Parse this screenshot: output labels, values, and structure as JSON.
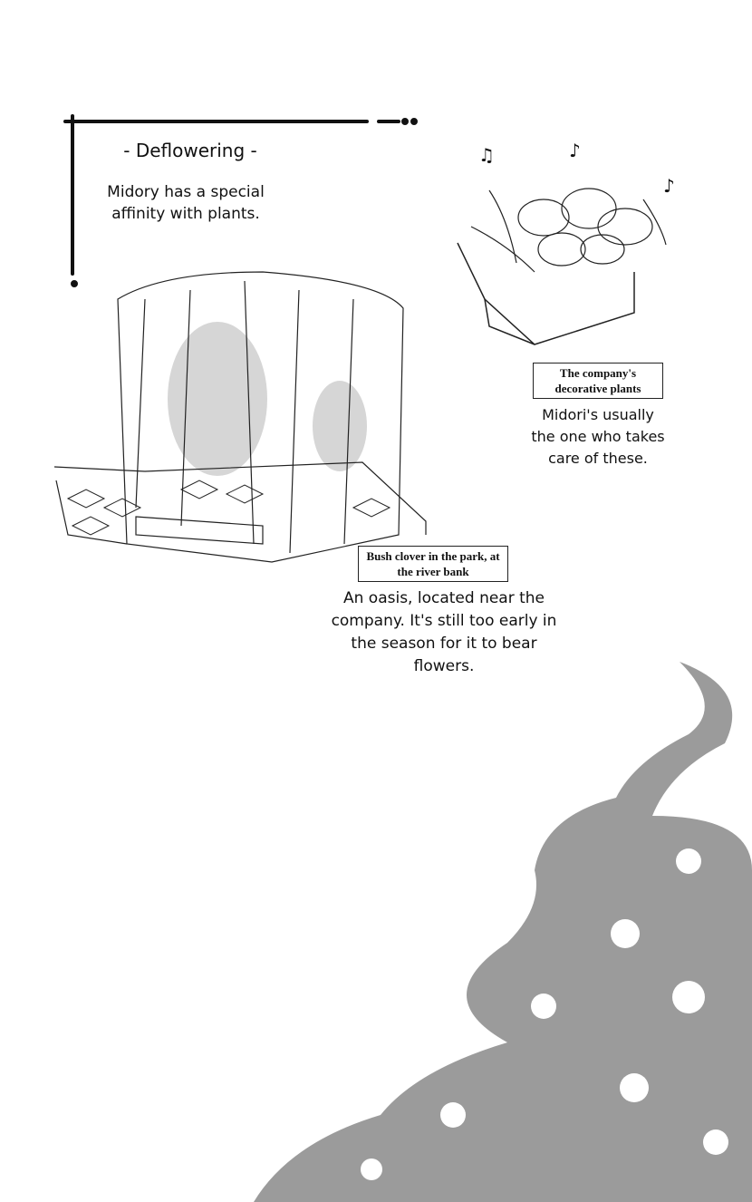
{
  "section": {
    "title": "- Deflowering -",
    "intro": "Midory has a special affinity with plants."
  },
  "plants": {
    "label": "The company's decorative plants",
    "caption": "Midori's usually the one who takes care of these."
  },
  "bush_clover": {
    "label": "Bush clover in the park, at the river bank",
    "caption": "An oasis, located near the company. It's still too early in the season for it to bear flowers."
  },
  "colors": {
    "ink": "#111111",
    "smoke": "#8a8a8a"
  }
}
